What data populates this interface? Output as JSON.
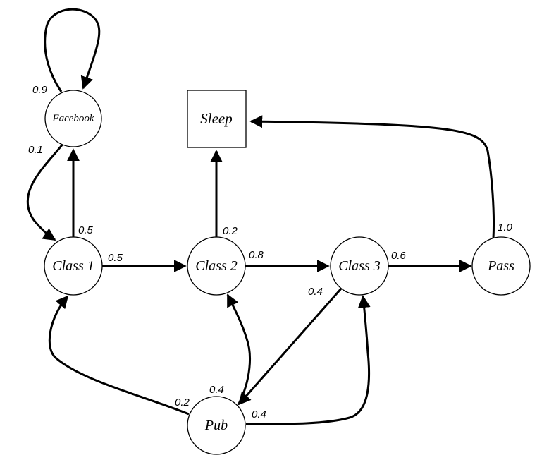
{
  "nodes": {
    "facebook": {
      "label": "Facebook"
    },
    "sleep": {
      "label": "Sleep"
    },
    "class1": {
      "label": "Class 1"
    },
    "class2": {
      "label": "Class 2"
    },
    "class3": {
      "label": "Class 3"
    },
    "pass": {
      "label": "Pass"
    },
    "pub": {
      "label": "Pub"
    }
  },
  "edges": {
    "facebook_facebook": {
      "from": "Facebook",
      "to": "Facebook",
      "p": "0.9"
    },
    "facebook_class1": {
      "from": "Facebook",
      "to": "Class 1",
      "p": "0.1"
    },
    "class1_facebook": {
      "from": "Class 1",
      "to": "Facebook",
      "p": "0.5"
    },
    "class1_class2": {
      "from": "Class 1",
      "to": "Class 2",
      "p": "0.5"
    },
    "class2_sleep": {
      "from": "Class 2",
      "to": "Sleep",
      "p": "0.2"
    },
    "class2_class3": {
      "from": "Class 2",
      "to": "Class 3",
      "p": "0.8"
    },
    "class3_pass": {
      "from": "Class 3",
      "to": "Pass",
      "p": "0.6"
    },
    "class3_pub": {
      "from": "Class 3",
      "to": "Pub",
      "p": "0.4"
    },
    "pass_sleep": {
      "from": "Pass",
      "to": "Sleep",
      "p": "1.0"
    },
    "pub_class1": {
      "from": "Pub",
      "to": "Class 1",
      "p": "0.2"
    },
    "pub_class2": {
      "from": "Pub",
      "to": "Class 2",
      "p": "0.4"
    },
    "pub_class3": {
      "from": "Pub",
      "to": "Class 3",
      "p": "0.4"
    }
  }
}
